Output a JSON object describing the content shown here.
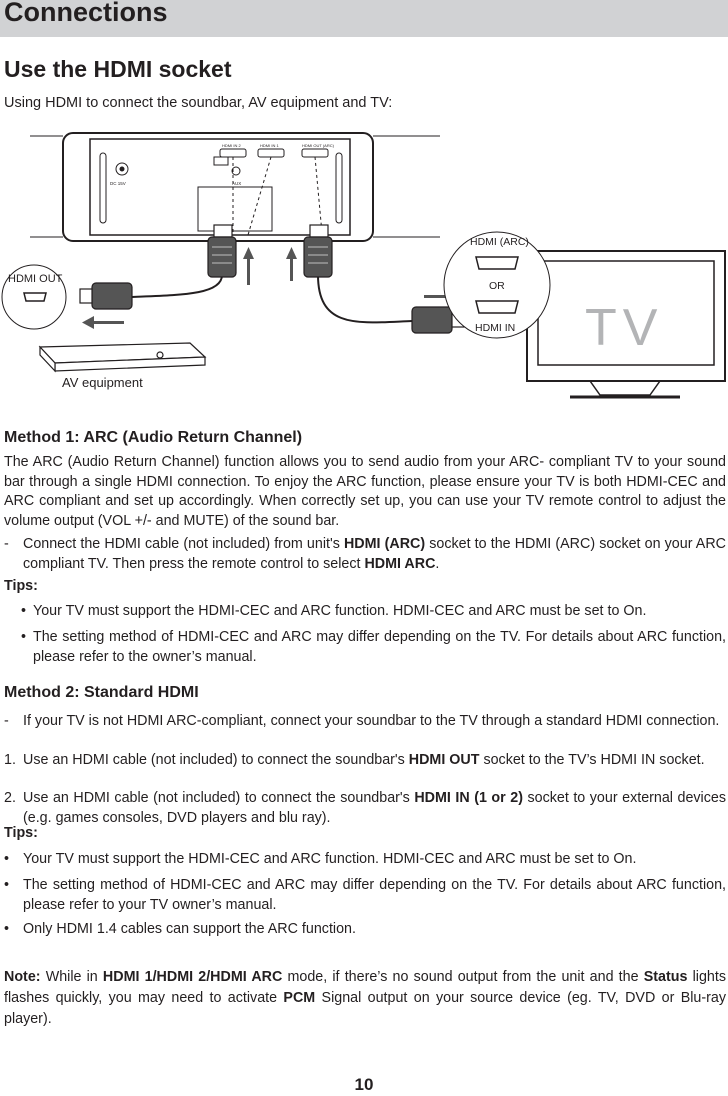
{
  "header": {
    "title": "Connections"
  },
  "section": {
    "title": "Use the HDMI socket",
    "intro": "Using HDMI to connect the soundbar, AV equipment and TV:"
  },
  "diagram": {
    "hdmi_out_label": "HDMI OUT",
    "hdmi_arc_label": "HDMI (ARC)",
    "or_label": "OR",
    "hdmi_in_label": "HDMI IN",
    "tv_label": "TV",
    "av_label": "AV equipment",
    "port_labels": [
      "HDMI IN 2",
      "HDMI IN 1",
      "HDMI OUT (ARC)"
    ],
    "dc_label": "DC 15V",
    "aux_label": "AUX"
  },
  "method1": {
    "title": "Method 1: ARC (Audio Return Channel)",
    "para": "The ARC (Audio Return Channel) function allows you to send audio from your ARC- compliant TV to your sound bar through a single HDMI connection. To enjoy the ARC function, please ensure your TV is both HDMI-CEC and ARC compliant and set up accordingly. When correctly set up, you can use your TV remote control to adjust the volume output (VOL +/- and MUTE) of the sound bar.",
    "step": {
      "marker": "-",
      "pre": "Connect the HDMI cable (not included) from unit's ",
      "bold1": "HDMI (ARC)",
      "mid": " socket to the HDMI (ARC) socket on your ARC compliant TV. Then press the remote control to select ",
      "bold2": "HDMI ARC",
      "post": "."
    },
    "tips_label": "Tips:",
    "tips": [
      "Your TV must support the HDMI-CEC and ARC function. HDMI-CEC and ARC must be set to On.",
      "The setting method of HDMI-CEC and ARC may differ depending on the TV. For details about ARC function, please refer to the owner’s manual."
    ],
    "tip_marker": "•"
  },
  "method2": {
    "title": "Method 2: Standard HDMI",
    "intro_marker": "-",
    "intro": "If your TV is not HDMI ARC-compliant, connect your soundbar to the TV through a standard HDMI connection.",
    "step1": {
      "marker": "1.",
      "pre": "Use an HDMI cable (not included) to connect the soundbar's ",
      "bold": "HDMI OUT",
      "post": " socket to the TV’s HDMI IN socket."
    },
    "step2": {
      "marker": "2.",
      "pre": "Use an HDMI cable (not included) to connect the soundbar's ",
      "bold": "HDMI IN (1 or 2)",
      "post": " socket to your external devices (e.g. games consoles, DVD players and blu ray)."
    },
    "tips_label": "Tips:",
    "tip_marker": "•",
    "tips": [
      "Your TV must support the HDMI-CEC and ARC function. HDMI-CEC and ARC must be set to On.",
      "The setting method of HDMI-CEC and ARC may differ depending on the TV. For details about ARC function, please refer to your TV owner’s manual.",
      "Only HDMI 1.4 cables can support the ARC function."
    ]
  },
  "note": {
    "label": "Note:",
    "t1": " While in ",
    "b1": "HDMI 1/HDMI 2/HDMI ARC",
    "t2": " mode, if there’s no sound output from the unit and the ",
    "b2": "Status",
    "t3": " lights flashes quickly, you may need to activate ",
    "b3": "PCM",
    "t4": " Signal output on your source device (eg. TV, DVD or Blu-ray player)."
  },
  "page_number": "10"
}
